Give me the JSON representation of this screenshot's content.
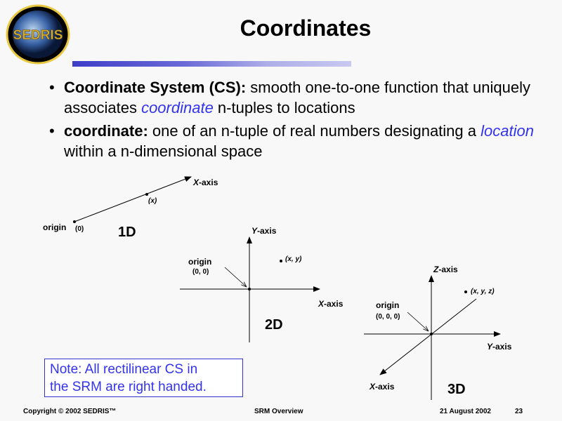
{
  "slide": {
    "title": "Coordinates",
    "logo_text": "SEDRIS",
    "bullets": [
      {
        "term": "Coordinate System (CS):",
        "text_before": " smooth one-to-one function that uniquely associates ",
        "emphasis": "coordinate",
        "text_after": " n-tuples to locations"
      },
      {
        "term": "coordinate:",
        "text_before": " one of an n-tuple of real numbers designating a ",
        "emphasis": "location",
        "text_after": " within a n-dimensional space"
      }
    ],
    "bullet_char": "•",
    "diagram_1d": {
      "axis_letter": "X",
      "axis_suffix": "-axis",
      "point": "(x)",
      "origin": "origin",
      "origin_coord": "(0)",
      "caption": "1D"
    },
    "diagram_2d": {
      "y_letter": "Y",
      "x_letter": "X",
      "axis_suffix": "-axis",
      "point": "(x, y)",
      "origin": "origin",
      "origin_coord": "(0, 0)",
      "caption": "2D"
    },
    "diagram_3d": {
      "z_letter": "Z",
      "y_letter": "Y",
      "x_letter": "X",
      "axis_suffix": "-axis",
      "point": "(x, y, z)",
      "origin": "origin",
      "origin_coord": "(0, 0, 0)",
      "caption": "3D"
    },
    "note_line1": "Note: All rectilinear CS in",
    "note_line2": "the SRM are right handed."
  },
  "footer": {
    "copyright": "Copyright © 2002 SEDRIS™",
    "center": "SRM Overview",
    "date": "21 August 2002",
    "page": "23"
  },
  "colors": {
    "accent": "#3333ee",
    "background": "#f8f8f8"
  }
}
